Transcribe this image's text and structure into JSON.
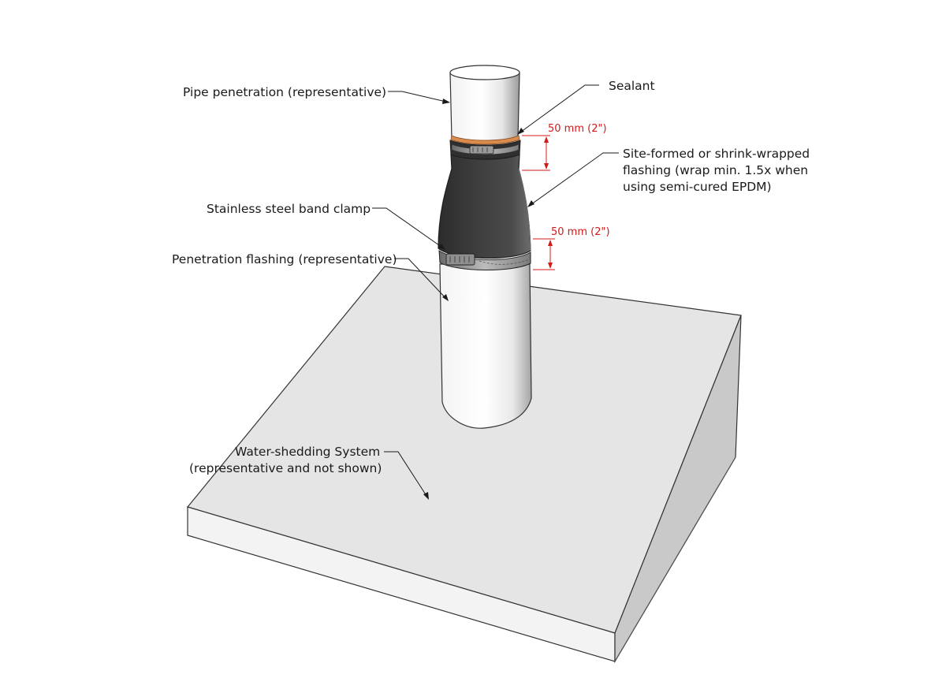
{
  "labels": {
    "pipe_penetration": "Pipe penetration (representative)",
    "sealant": "Sealant",
    "flashing_line1": "Site-formed or shrink-wrapped",
    "flashing_line2": "flashing (wrap min. 1.5x when",
    "flashing_line3": "using semi-cured EPDM)",
    "band_clamp": "Stainless steel band clamp",
    "penetration_flashing": "Penetration flashing (representative)",
    "water_shedding_line1": "Water-shedding System",
    "water_shedding_line2": "(representative and not shown)"
  },
  "dimensions": {
    "upper": "50 mm (2\")",
    "lower": "50 mm (2\")"
  },
  "colors": {
    "dimension": "#d11a1a",
    "sealant": "#d98c4e",
    "flashing": "#3a3a3a",
    "deck_top": "#e4e4e4",
    "deck_side": "#cfcfcf"
  }
}
